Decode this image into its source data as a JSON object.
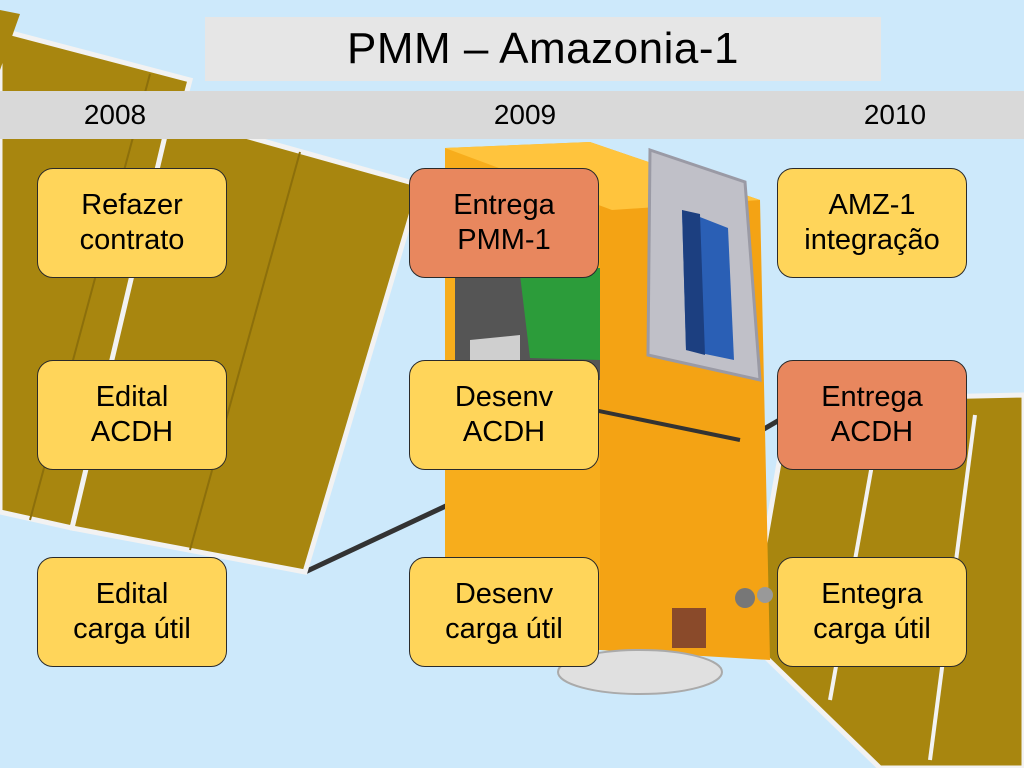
{
  "title": "PMM – Amazonia-1",
  "years": [
    "2008",
    "2009",
    "2010"
  ],
  "columns": [
    {
      "year": "2008",
      "boxes": [
        {
          "text": "Refazer\ncontrato",
          "state": "yellow"
        },
        {
          "text": "Edital\nACDH",
          "state": "yellow"
        },
        {
          "text": "Edital\ncarga útil",
          "state": "yellow"
        }
      ]
    },
    {
      "year": "2009",
      "boxes": [
        {
          "text": "Entrega\nPMM-1",
          "state": "salmon"
        },
        {
          "text": "Desenv\nACDH",
          "state": "yellow"
        },
        {
          "text": "Desenv\ncarga útil",
          "state": "yellow"
        }
      ]
    },
    {
      "year": "2010",
      "boxes": [
        {
          "text": "AMZ-1\nintegração",
          "state": "yellow"
        },
        {
          "text": "Entrega\nACDH",
          "state": "salmon"
        },
        {
          "text": "Entegra\ncarga útil",
          "state": "yellow"
        }
      ]
    }
  ],
  "colors": {
    "background": "#cde9fb",
    "pending_box": "#ffd55a",
    "delivered_box": "#e8875e",
    "satellite_body": "#f7ad1c",
    "solar_panel": "#a8860f"
  },
  "illustration": {
    "subject": "satellite-icon"
  }
}
